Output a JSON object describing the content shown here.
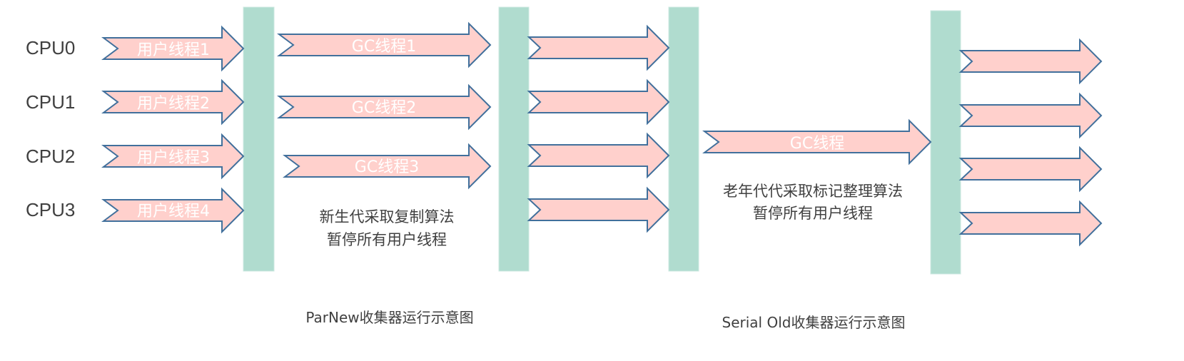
{
  "cpus": [
    "CPU0",
    "CPU1",
    "CPU2",
    "CPU3"
  ],
  "user_threads": [
    "用户线程1",
    "用户线程2",
    "用户线程3",
    "用户线程4"
  ],
  "gc_threads_parnew": [
    "GC线程1",
    "GC线程2",
    "GC线程3"
  ],
  "gc_thread_serial_old": "GC线程",
  "parnew_note": {
    "line1": "新生代采取复制算法",
    "line2": "暂停所有用户线程"
  },
  "serial_old_note": {
    "line1": "老年代代采取标记整理算法",
    "line2": "暂停所有用户线程"
  },
  "captions": {
    "parnew": "ParNew收集器运行示意图",
    "serial_old": "Serial Old收集器运行示意图"
  },
  "colors": {
    "arrow_fill": "#ffd0cc",
    "arrow_stroke": "#41709c",
    "barrier_fill": "#b0dccf",
    "text": "#404040"
  }
}
